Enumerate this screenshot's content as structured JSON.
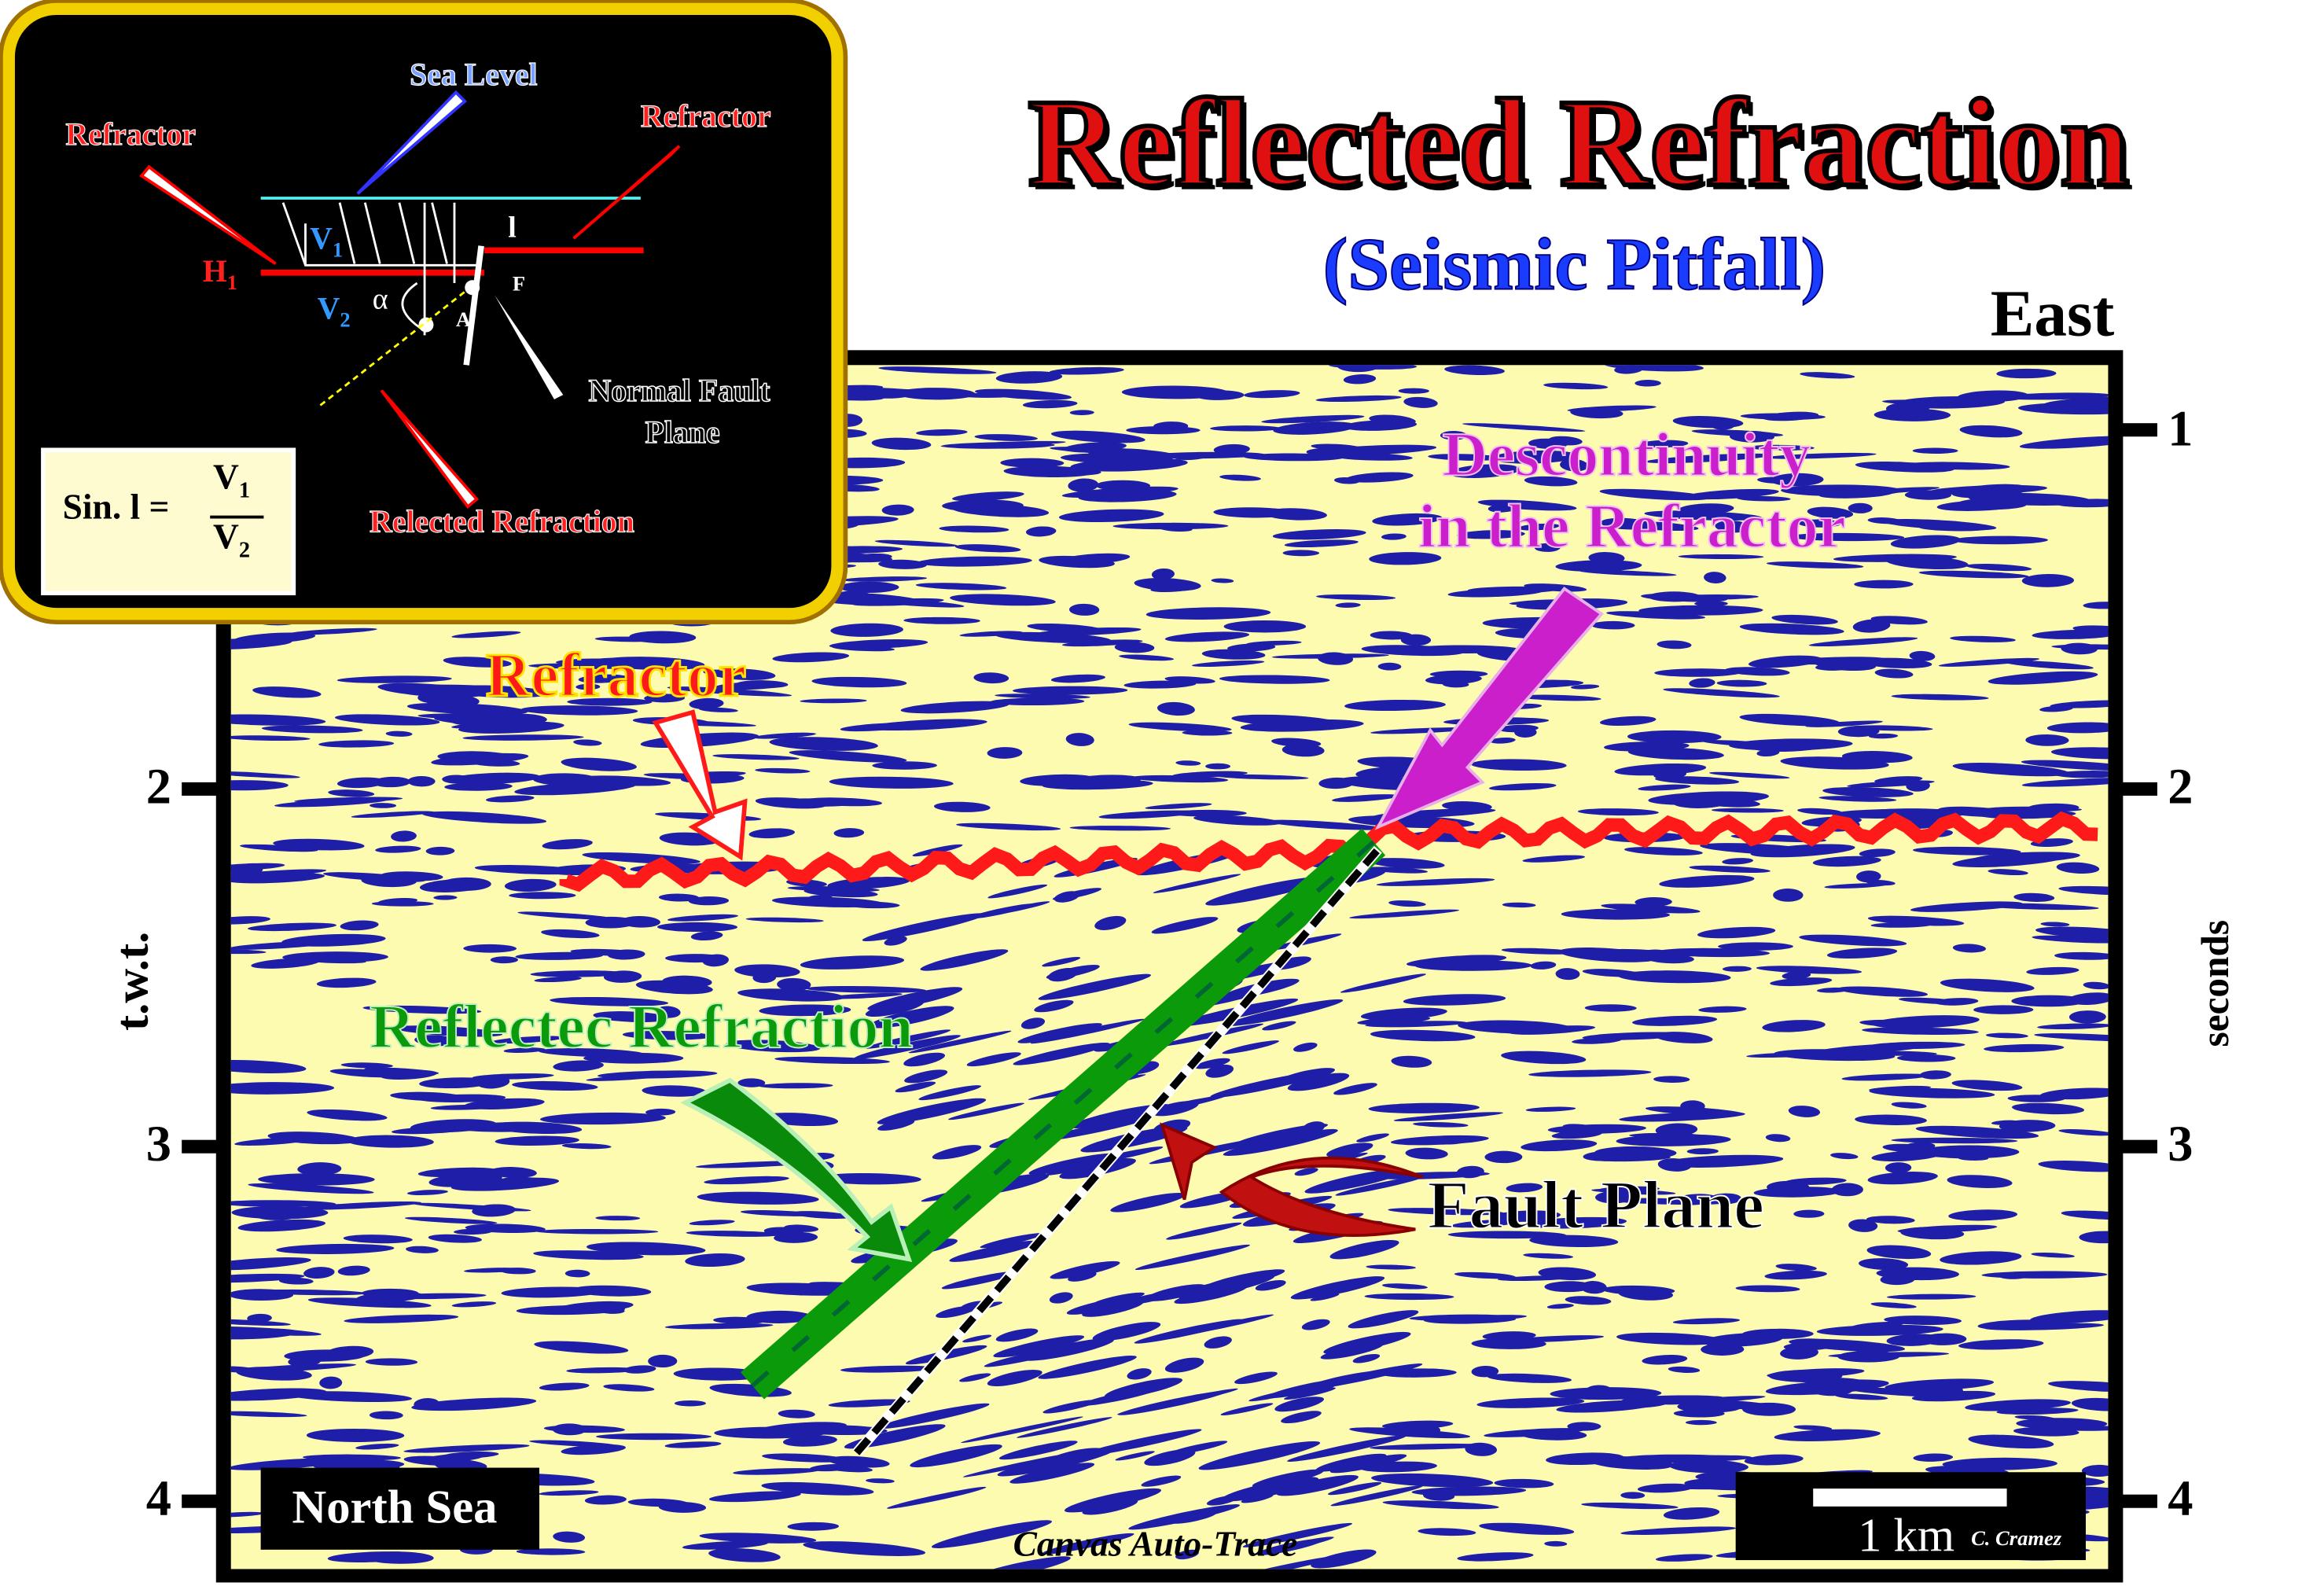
{
  "title": "Reflected Refraction",
  "subtitle": "(Seismic Pitfall)",
  "direction": "East",
  "axis": {
    "left_label": "t.w.t.",
    "right_label": "seconds",
    "left_ticks": [
      "2",
      "3",
      "4"
    ],
    "right_ticks": [
      "1",
      "2",
      "3",
      "4"
    ]
  },
  "annotations": {
    "refractor": "Refractor",
    "discontinuity_line1": "Descontinuity",
    "discontinuity_line2": "in the Refractor",
    "reflected_refraction": "Reflectec Refraction",
    "fault_plane": "Fault Plane"
  },
  "location": "North Sea",
  "scale_bar": {
    "label": "1 km",
    "author": "C. Cramez"
  },
  "watermark": "Canvas Auto-Trace",
  "inset": {
    "sea_level": "Sea Level",
    "refractor_left": "Refractor",
    "refractor_right": "Refractor",
    "h1": "H",
    "h1_sub": "1",
    "v1": "V",
    "v1_sub": "1",
    "v2": "V",
    "v2_sub": "2",
    "alpha": "α",
    "point_a": "A",
    "point_f": "F",
    "angle_i": "l",
    "normal_fault_line1": "Normal Fault",
    "normal_fault_line2": "Plane",
    "relected_refraction": "Relected Refraction",
    "formula_lhs": "Sin. l =",
    "formula_num": "V",
    "formula_num_sub": "1",
    "formula_den": "V",
    "formula_den_sub": "2"
  },
  "colors": {
    "seismic_bg": "#fdfbb0",
    "seismic_trace": "#1e1ea8",
    "refractor": "#ff1a1a",
    "green": "#0a9a0a",
    "magenta": "#cc1fcc",
    "title_blue": "#1a3cff"
  }
}
